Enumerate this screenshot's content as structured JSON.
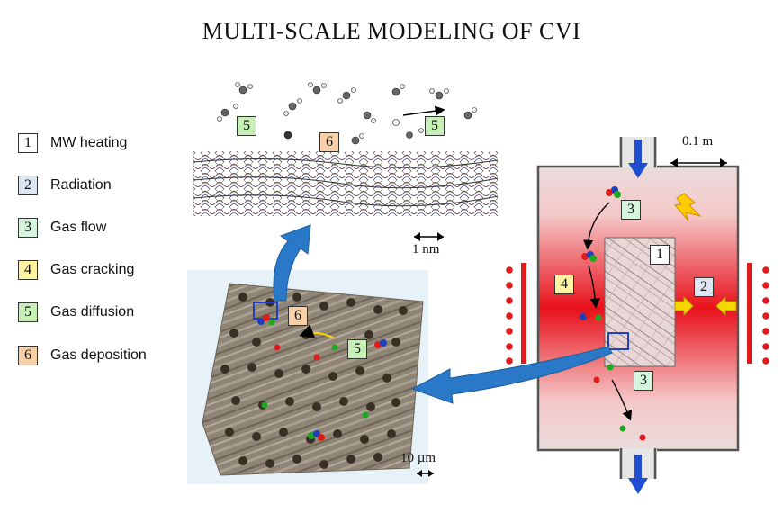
{
  "title": "MULTI-SCALE MODELING OF CVI",
  "legend": [
    {
      "num": "1",
      "label": "MW heating",
      "color": "#ffffff"
    },
    {
      "num": "2",
      "label": "Radiation",
      "color": "#dce6f2"
    },
    {
      "num": "3",
      "label": "Gas flow",
      "color": "#d5f5dc"
    },
    {
      "num": "4",
      "label": "Gas cracking",
      "color": "#fff2a0"
    },
    {
      "num": "5",
      "label": "Gas diffusion",
      "color": "#c6f0b6"
    },
    {
      "num": "6",
      "label": "Gas deposition",
      "color": "#f8cfa6"
    }
  ],
  "scales": {
    "reactor": "0.1 m",
    "molecular": "1 nm",
    "fiber": "10 µm"
  },
  "colors": {
    "flow_arrow": "#1f4fd0",
    "zoom_arrow": "#2a78c8",
    "heater": "#e01b1b",
    "radiation_arrow": "#f5d800"
  }
}
